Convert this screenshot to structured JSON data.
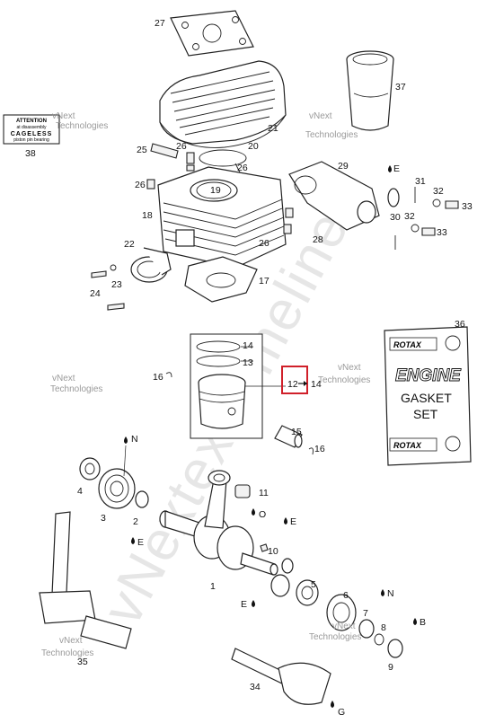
{
  "diagram": {
    "watermark_big": "vNextextremeline",
    "watermark_small": [
      "vNext",
      "Technologies"
    ],
    "attention_box": [
      "ATTENTION",
      "at disassembly",
      "CAGELESS",
      "piston pin bearing"
    ],
    "gasket_box": {
      "brand": "ROTAX",
      "line1": "ENGINE",
      "line2": "GASKET",
      "line3": "SET"
    },
    "highlight_label": "12",
    "arrow_target": "14",
    "lubricant_marks": {
      "E": "E",
      "N": "N",
      "O": "O",
      "B": "B",
      "G": "G"
    },
    "part_numbers": {
      "n1": "1",
      "n2": "2",
      "n3": "3",
      "n4": "4",
      "n5": "5",
      "n6": "6",
      "n7": "7",
      "n8": "8",
      "n9": "9",
      "n10": "10",
      "n11": "11",
      "n13": "13",
      "n14": "14",
      "n15": "15",
      "n16a": "16",
      "n16b": "16",
      "n17": "17",
      "n18": "18",
      "n19": "19",
      "n20": "20",
      "n21": "21",
      "n22": "22",
      "n23": "23",
      "n24": "24",
      "n25": "25",
      "n26a": "26",
      "n26b": "26",
      "n26c": "26",
      "n27": "27",
      "n28": "28",
      "n29": "29",
      "n30": "30",
      "n31": "31",
      "n32a": "32",
      "n32b": "32",
      "n33a": "33",
      "n33b": "33",
      "n34": "34",
      "n35": "35",
      "n36": "36",
      "n37": "37",
      "n38": "38"
    },
    "colors": {
      "highlight": "#d0202a",
      "line": "#222222",
      "watermark": "#9a9a9a"
    }
  }
}
